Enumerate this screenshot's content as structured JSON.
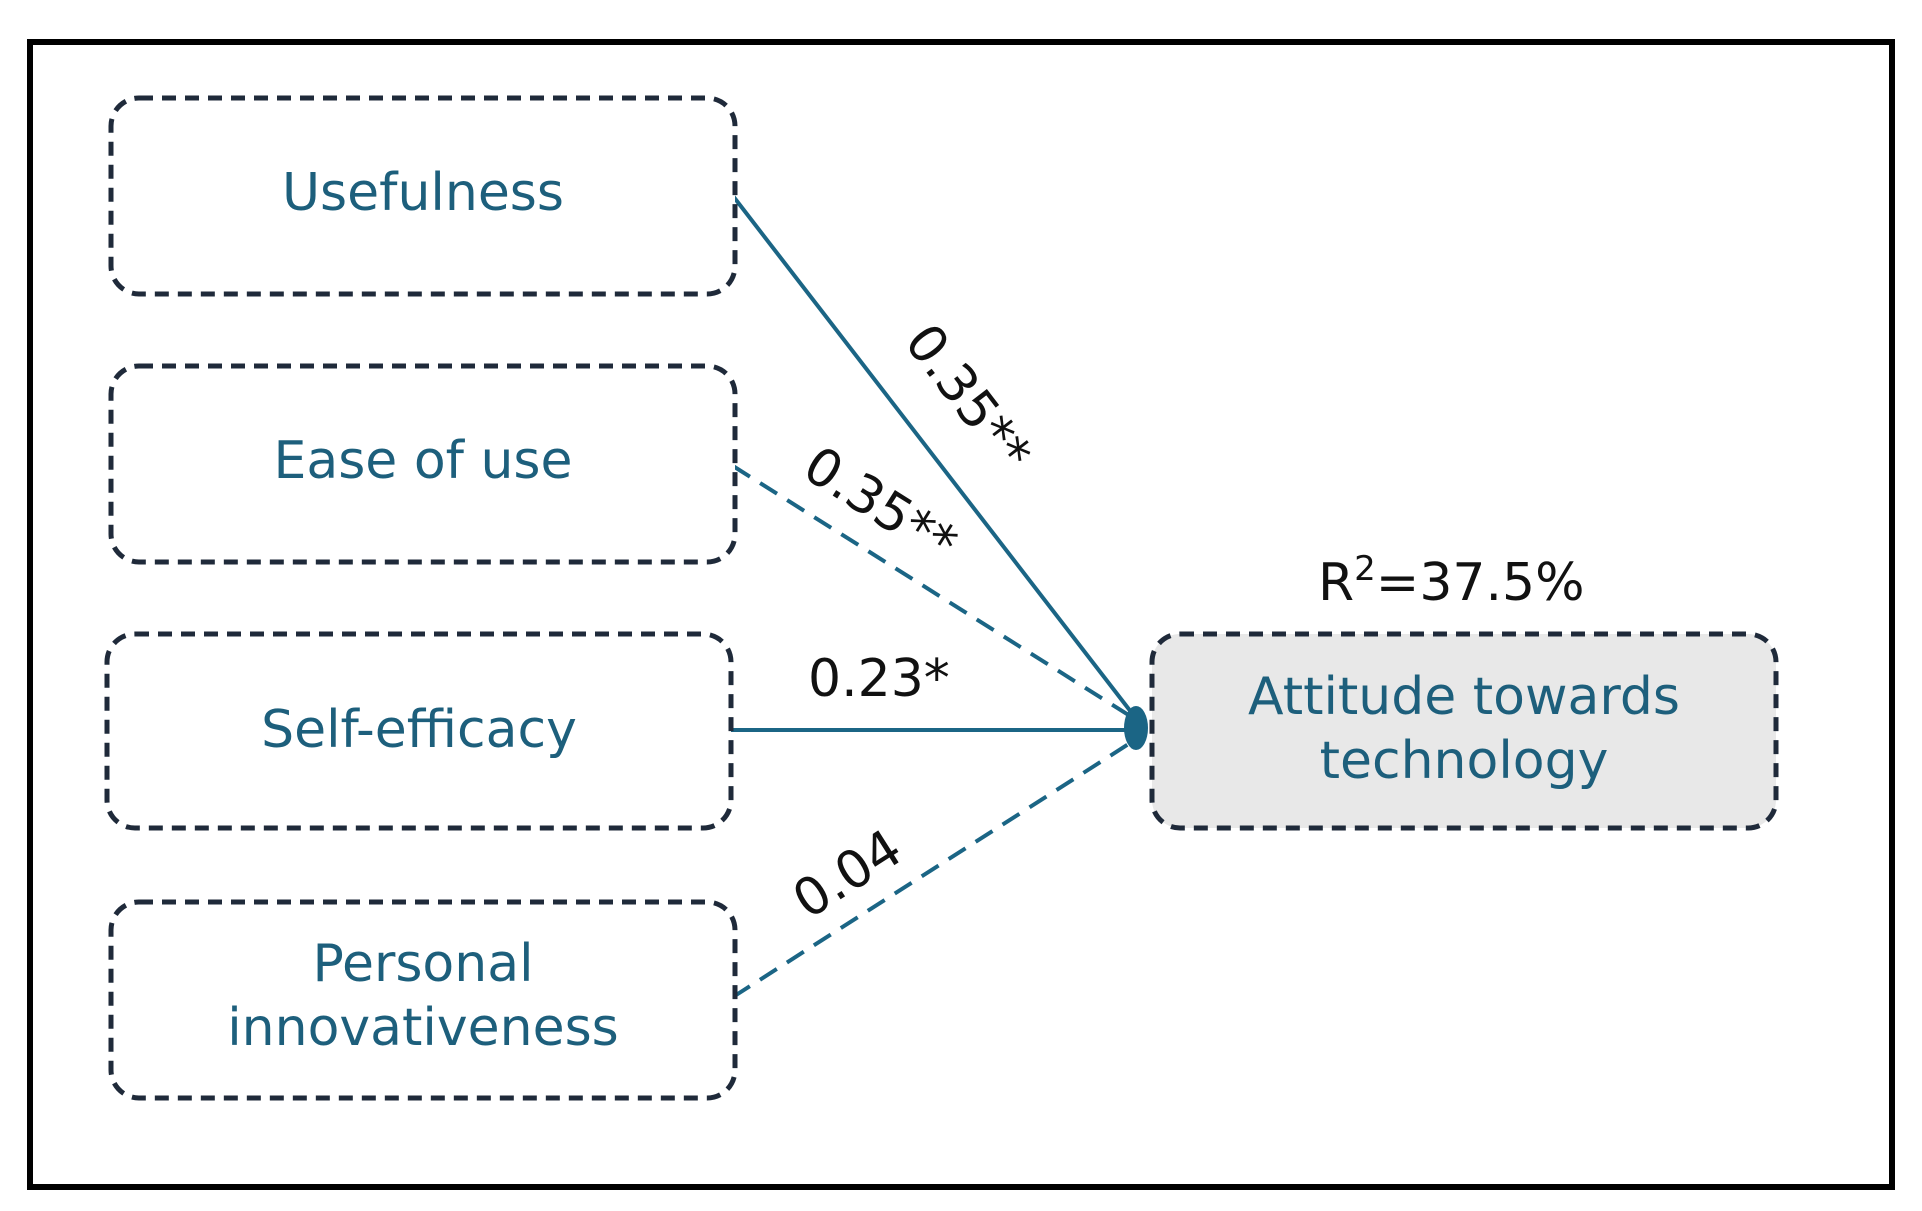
{
  "colors": {
    "frame": "#000000",
    "box_border": "#1f2a3a",
    "node_text": "#1d5f7c",
    "path_line": "#1b6585",
    "outcome_fill": "#e8e8e8",
    "coef_text": "#111111"
  },
  "predictors": [
    {
      "id": "usefulness",
      "label_lines": [
        "Usefulness"
      ]
    },
    {
      "id": "ease-of-use",
      "label_lines": [
        "Ease of use"
      ]
    },
    {
      "id": "self-efficacy",
      "label_lines": [
        "Self-efficacy"
      ]
    },
    {
      "id": "personal-innovativeness",
      "label_lines": [
        "Personal",
        "innovativeness"
      ]
    }
  ],
  "outcome": {
    "label_lines": [
      "Attitude towards",
      "technology"
    ],
    "r_squared": {
      "prefix": "R",
      "superscript": "2",
      "value": "=37.5%"
    }
  },
  "paths": [
    {
      "from": "usefulness",
      "to": "outcome",
      "coefficient": "0.35**",
      "style": "solid"
    },
    {
      "from": "ease-of-use",
      "to": "outcome",
      "coefficient": "0.35**",
      "style": "dashed"
    },
    {
      "from": "self-efficacy",
      "to": "outcome",
      "coefficient": "0.23*",
      "style": "solid"
    },
    {
      "from": "personal-innovativeness",
      "to": "outcome",
      "coefficient": "0.04",
      "style": "dashed"
    }
  ]
}
